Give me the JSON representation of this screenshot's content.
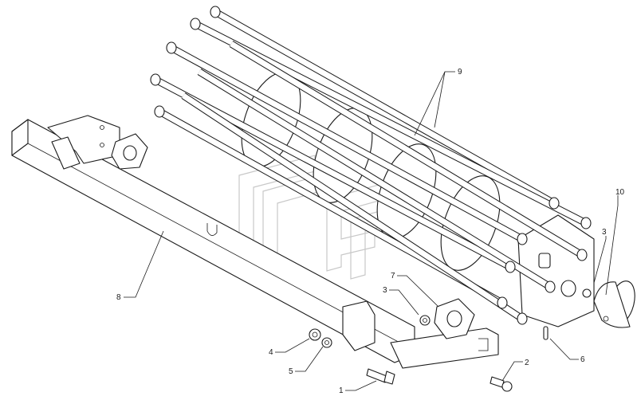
{
  "diagram": {
    "callouts": [
      {
        "id": "c1",
        "label": "1"
      },
      {
        "id": "c2",
        "label": "2"
      },
      {
        "id": "c3a",
        "label": "3"
      },
      {
        "id": "c3b",
        "label": "3"
      },
      {
        "id": "c4",
        "label": "4"
      },
      {
        "id": "c5",
        "label": "5"
      },
      {
        "id": "c6",
        "label": "6"
      },
      {
        "id": "c7",
        "label": "7"
      },
      {
        "id": "c8",
        "label": "8"
      },
      {
        "id": "c9",
        "label": "9"
      },
      {
        "id": "c10",
        "label": "10"
      }
    ]
  }
}
